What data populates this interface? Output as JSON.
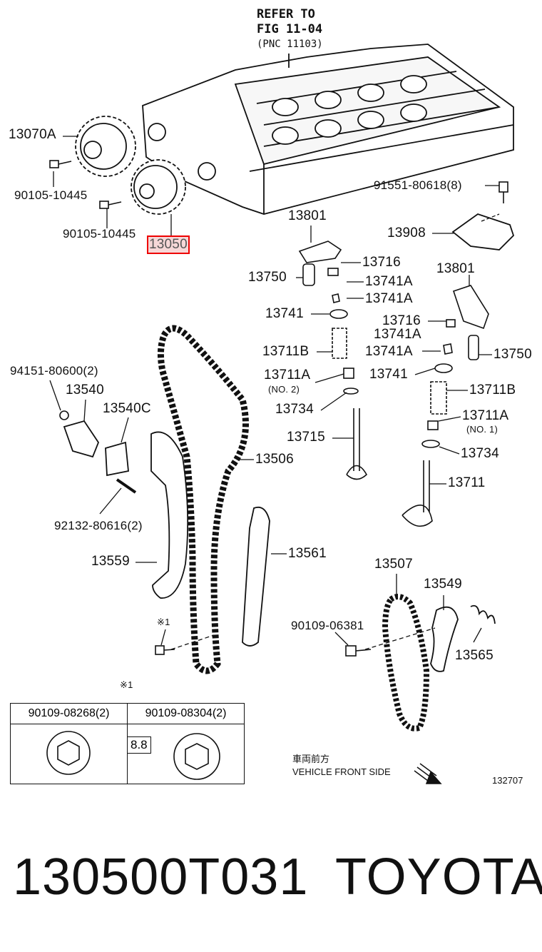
{
  "refer": {
    "line1": "REFER TO",
    "line2": "FIG 11-04",
    "line3": "(PNC 11103)"
  },
  "labels": {
    "l13070A": "13070A",
    "l90105a": "90105-10445",
    "l90105b": "90105-10445",
    "l13050": "13050",
    "l91551": "91551-80618(8)",
    "l13801a": "13801",
    "l13908": "13908",
    "l13716a": "13716",
    "l13750a": "13750",
    "l13741Aa": "13741A",
    "l13741Ab": "13741A",
    "l13801b": "13801",
    "l13741a": "13741",
    "l13716b": "13716",
    "l13741Ac": "13741A",
    "l13711Ba": "13711B",
    "l13741Ad": "13741A",
    "l13750b": "13750",
    "l94151": "94151-80600(2)",
    "l13711Aa": "13711A",
    "l13711Aa_note": "(NO. 2)",
    "l13741b": "13741",
    "l13540": "13540",
    "l13540C": "13540C",
    "l13734a": "13734",
    "l13711Bb": "13711B",
    "l13711Ab": "13711A",
    "l13711Ab_note": "(NO. 1)",
    "l13715": "13715",
    "l13506": "13506",
    "l13734b": "13734",
    "l92132": "92132-80616(2)",
    "l13711": "13711",
    "l13559": "13559",
    "l13561": "13561",
    "l13507": "13507",
    "l13549": "13549",
    "l90109c": "90109-06381",
    "l13565": "13565",
    "l_x1a": "※1",
    "l_x1b": "※1"
  },
  "table": {
    "col1": "90109-08268(2)",
    "col2": "90109-08304(2)",
    "grade": "8.8"
  },
  "vehicle_front": {
    "jp": "車両前方",
    "en": "VEHICLE FRONT SIDE"
  },
  "illustration_code": "132707",
  "footer": {
    "part_number": "130500T031",
    "brand": "TOYOTA"
  },
  "colors": {
    "highlight_border": "#e00000",
    "highlight_fill": "#f6d7d7",
    "line": "#111111"
  }
}
